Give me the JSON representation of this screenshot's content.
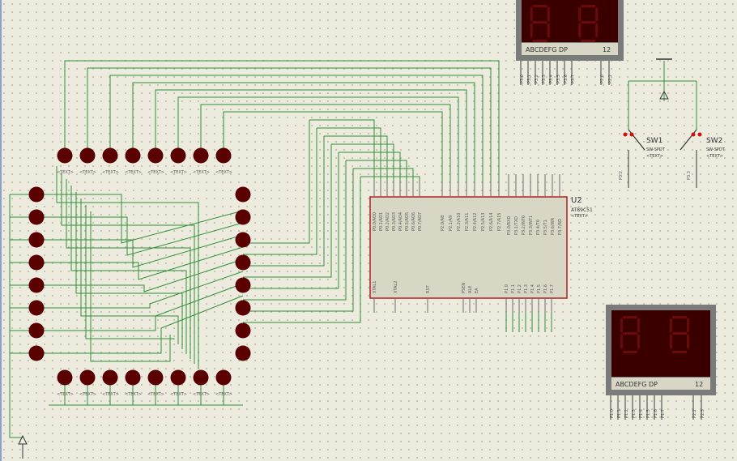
{
  "colors": {
    "wire": "#2f8f3a",
    "led_dot": "#5a0000",
    "ic_body": "#d8d6c4",
    "ic_border": "#b02020",
    "display_bezel": "#7b7b7b",
    "display_panel": "#3a0000",
    "segment_off": "#6a0b0b"
  },
  "top_display": {
    "label_segments": "ABCDEFG  DP",
    "label_digits": "12",
    "pins": [
      "P3.0",
      "P3.1",
      "P3.2",
      "P3.3",
      "P3.4",
      "P3.5",
      "P3.6",
      "P3.7"
    ],
    "digit_pins": [
      "P2.0",
      "P2.1"
    ]
  },
  "bottom_display": {
    "label_segments": "ABCDEFG  DP",
    "label_digits": "12",
    "pins": [
      "P1.0",
      "P1.1",
      "P1.2",
      "P1.3",
      "P1.4",
      "P1.5",
      "P1.6",
      "P1.7"
    ],
    "digit_pins": [
      "P2.2",
      "P2.3"
    ]
  },
  "mcu": {
    "ref": "U2",
    "part": "AT89C51",
    "part_sub": "<TEXT>",
    "left_top_pins": [
      "P0.0/AD0",
      "P0.1/AD1",
      "P0.2/AD2",
      "P0.3/AD3",
      "P0.4/AD4",
      "P0.5/AD5",
      "P0.6/AD6",
      "P0.7/AD7"
    ],
    "mid_top_pins": [
      "P2.0/A8",
      "P2.1/A9",
      "P2.2/A10",
      "P2.3/A11",
      "P2.4/A12",
      "P2.5/A13",
      "P2.6/A14",
      "P2.7/A15"
    ],
    "right_top_pins": [
      "P3.0/RXD",
      "P3.1/TXD",
      "P3.2/INT0",
      "P3.3/INT1",
      "P3.4/T0",
      "P3.5/T1",
      "P3.6/WR",
      "P3.7/RD"
    ],
    "bottom_pins": [
      "XTAL1",
      "XTAL2",
      "RST",
      "PSEN",
      "ALE",
      "EA"
    ],
    "port1_pins": [
      "P1.0",
      "P1.1",
      "P1.2",
      "P1.3",
      "P1.4",
      "P1.5",
      "P1.6",
      "P1.7"
    ]
  },
  "switches": [
    {
      "ref": "SW1",
      "type": "SW-SPDT",
      "sub": "<TEXT>",
      "pin": "P3.2"
    },
    {
      "ref": "SW2",
      "type": "SW-SPDT",
      "sub": "<TEXT>",
      "pin": "P3.3"
    }
  ],
  "led_label": "<TEXT>"
}
